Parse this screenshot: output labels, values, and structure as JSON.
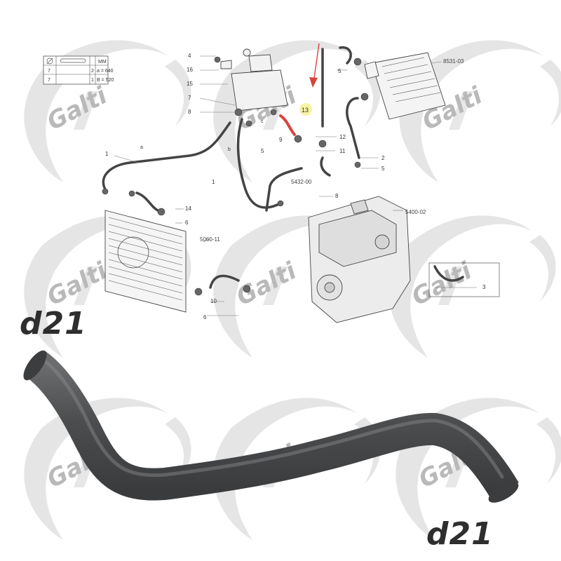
{
  "watermark": {
    "brand": "Galti",
    "color": "#b9b9b9"
  },
  "product_code": {
    "top": "d21",
    "bottom": "d21"
  },
  "legend": {
    "title_unit": "MM",
    "rows": [
      {
        "num": "7",
        "a": "2",
        "b": "a = 640"
      },
      {
        "num": "7",
        "a": "1",
        "b": "B = 520"
      }
    ]
  },
  "diagram": {
    "references": {
      "heater": "8531-03",
      "pipe": "5432-00",
      "engine": "5400-02",
      "radiator": "5060-11"
    },
    "callouts": [
      "4",
      "16",
      "15",
      "7",
      "8",
      "9",
      "5",
      "13",
      "12",
      "11",
      "2",
      "5",
      "1",
      "14",
      "6",
      "8",
      "6",
      "10",
      "3",
      "5",
      "1"
    ],
    "letters": [
      "a",
      "b",
      "c"
    ],
    "highlighted_part": "13",
    "accent_color": "#d9453c",
    "highlight_color": "#f7f19a"
  },
  "hose": {
    "color": "#4b4d4f"
  }
}
